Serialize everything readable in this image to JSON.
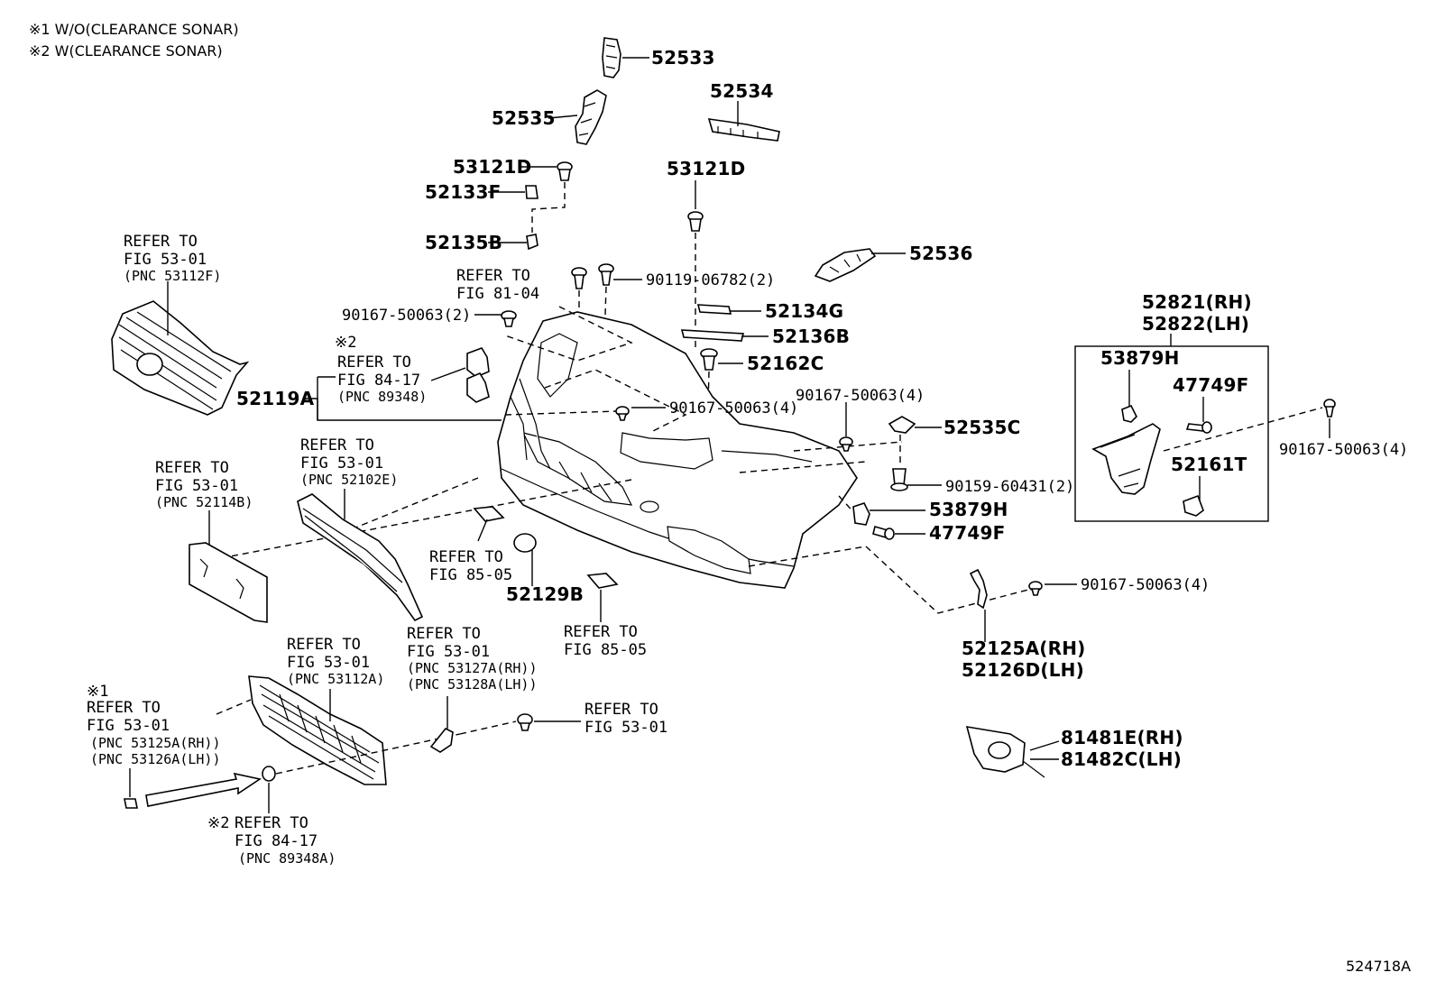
{
  "notes": {
    "note1": "※1 W/O(CLEARANCE SONAR)",
    "note2": "※2 W(CLEARANCE SONAR)"
  },
  "diagram_id": "524718A",
  "part_numbers": {
    "p52533": "52533",
    "p52534": "52534",
    "p52535": "52535",
    "p53121D_a": "53121D",
    "p53121D_b": "53121D",
    "p52133F": "52133F",
    "p52135B": "52135B",
    "p52536": "52536",
    "p90119": "90119-06782(2)",
    "p90167_a": "90167-50063(2)",
    "p52134G": "52134G",
    "p52136B": "52136B",
    "p52162C": "52162C",
    "p52119A": "52119A",
    "p90167_b": "90167-50063(4)",
    "p90167_c": "90167-50063(4)",
    "p52535C": "52535C",
    "p90159": "90159-60431(2)",
    "p53879H_a": "53879H",
    "p47749F_a": "47749F",
    "p52821": "52821(RH)",
    "p52822": "52822(LH)",
    "p53879H_b": "53879H",
    "p47749F_b": "47749F",
    "p52161T": "52161T",
    "p90167_d": "90167-50063(4)",
    "p90167_e": "90167-50063(4)",
    "p52125A": "52125A(RH)",
    "p52126D": "52126D(LH)",
    "p52129B": "52129B",
    "p81481E": "81481E(RH)",
    "p81482C": "81482C(LH)"
  },
  "references": {
    "ref_grille_top": {
      "l1": "REFER TO",
      "l2": "FIG 53-01",
      "l3": "(PNC 53112F)"
    },
    "ref_fig81": {
      "l1": "REFER TO",
      "l2": "FIG 81-04"
    },
    "ref_fig84_top": {
      "mark": "※2",
      "l1": "REFER TO",
      "l2": "FIG 84-17",
      "l3": "(PNC 89348)"
    },
    "ref_52102E": {
      "l1": "REFER TO",
      "l2": "FIG 53-01",
      "l3": "(PNC 52102E)"
    },
    "ref_52114B": {
      "l1": "REFER TO",
      "l2": "FIG 53-01",
      "l3": "(PNC 52114B)"
    },
    "ref_fig85_a": {
      "l1": "REFER TO",
      "l2": "FIG 85-05"
    },
    "ref_fig85_b": {
      "l1": "REFER TO",
      "l2": "FIG 85-05"
    },
    "ref_53112A": {
      "l1": "REFER TO",
      "l2": "FIG 53-01",
      "l3": "(PNC 53112A)"
    },
    "ref_53127A": {
      "l1": "REFER TO",
      "l2": "FIG 53-01",
      "l3": "(PNC 53127A(RH))",
      "l4": "(PNC 53128A(LH))"
    },
    "ref_fig53_clip": {
      "l1": "REFER TO",
      "l2": "FIG 53-01"
    },
    "ref_53125A": {
      "mark": "※1",
      "l1": "REFER TO",
      "l2": "FIG 53-01",
      "l3": "(PNC 53125A(RH))",
      "l4": "(PNC 53126A(LH))"
    },
    "ref_89348A": {
      "mark": "※2",
      "l1": "REFER TO",
      "l2": "FIG 84-17",
      "l3": "(PNC 89348A)"
    }
  }
}
